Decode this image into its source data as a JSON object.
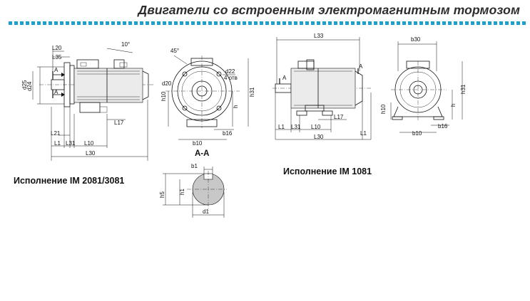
{
  "header": {
    "title": "Двигатели со встроенным электромагнитным тормозом",
    "dots_color": "#1a9fcf"
  },
  "captions": {
    "im2081": "Исполнение IM 2081/3081",
    "im1081": "Исполнение IM 1081",
    "section": "А-А"
  },
  "view_side_flange": {
    "L20": "L20",
    "L35": "L35",
    "angle": "10°",
    "d24": "d24",
    "d25": "d25",
    "A_top": "A",
    "A_bottom": "A",
    "L21": "L21",
    "L1": "L1",
    "L31": "L31",
    "L10": "L10",
    "L17": "L17",
    "L30": "L30"
  },
  "view_front_flange": {
    "angle": "45°",
    "d22": "d22",
    "holes": "4 отв",
    "d20": "d20",
    "h10": "h10",
    "h31": "h31",
    "h": "h",
    "b10": "b10",
    "b16": "b16"
  },
  "view_side_foot": {
    "L33": "L33",
    "A_left": "A",
    "A_right": "A",
    "L1": "L1",
    "L31": "L31",
    "L10": "L10",
    "L17": "L17",
    "L30": "L30",
    "L1_right": "L1"
  },
  "view_front_foot": {
    "b30": "b30",
    "h31": "h31",
    "h10": "h10",
    "h": "h",
    "b16": "b16",
    "b10": "b10"
  },
  "section_view": {
    "b1": "b1",
    "h5": "h5",
    "h1": "h1",
    "d1": "d1"
  }
}
